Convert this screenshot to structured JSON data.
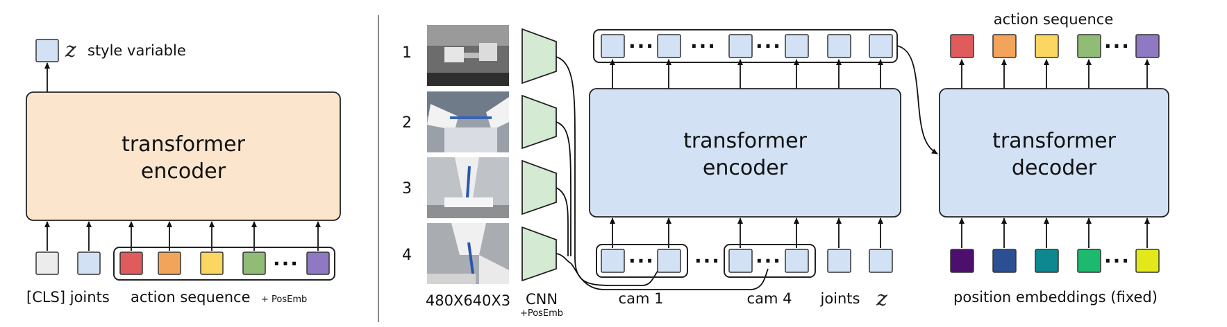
{
  "left_panel": {
    "encoder_title_line1": "transformer",
    "encoder_title_line2": "encoder",
    "z_symbol": "z",
    "style_variable_label": "style variable",
    "cls_joints_label": "[CLS] joints",
    "action_sequence_label": "action sequence",
    "posemb_suffix": "+ PosEmb"
  },
  "right_panel": {
    "camera_numbers": [
      "1",
      "2",
      "3",
      "4"
    ],
    "image_size_label": "480X640X3",
    "cnn_label": "CNN",
    "cnn_posemb_label": "+PosEmb",
    "encoder_title_line1": "transformer",
    "encoder_title_line2": "encoder",
    "decoder_title_line1": "transformer",
    "decoder_title_line2": "decoder",
    "cam1_label": "cam 1",
    "cam4_label": "cam 4",
    "joints_label": "joints",
    "z_symbol": "z",
    "action_sequence_label": "action sequence",
    "position_embeddings_label": "position embeddings (fixed)",
    "ellipsis": "···"
  },
  "colors": {
    "encoder_left_fill": "#fbe5cd",
    "transformer_right_fill": "#d2e2f4",
    "token_blue": "#d2e2f4",
    "cls_gray": "#ececec",
    "cnn_green": "#d4ead2",
    "action_colors": [
      "#e05b5b",
      "#f2a45a",
      "#fbd660",
      "#91bc76",
      "#8e79c2"
    ],
    "posemb_colors": [
      "#4d0f6e",
      "#2c4f93",
      "#0d8890",
      "#1db96f",
      "#e3e81a"
    ],
    "divider": "#888888"
  }
}
